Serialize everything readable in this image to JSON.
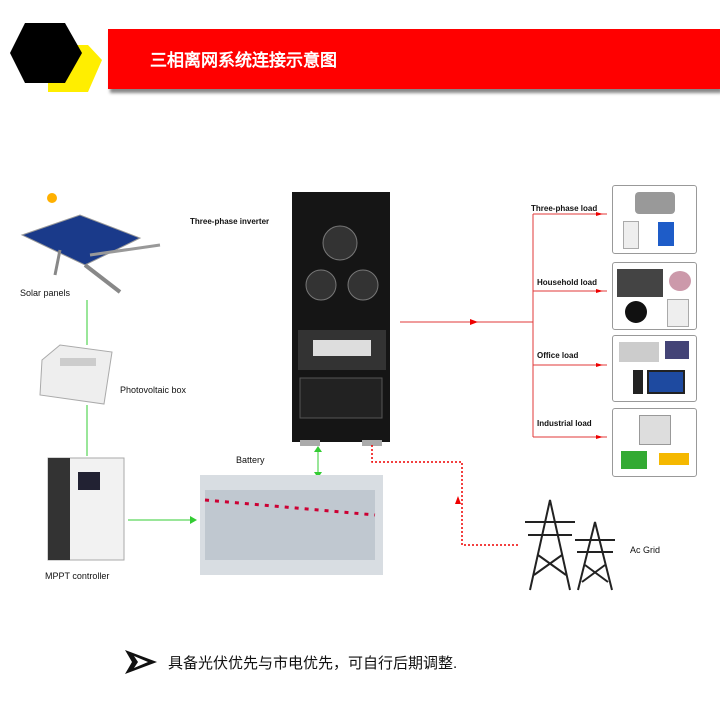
{
  "header": {
    "title": "三相离网系统连接示意图"
  },
  "labels": {
    "solar": "Solar panels",
    "pvbox": "Photovoltaic box",
    "mppt": "MPPT controller",
    "battery": "Battery",
    "inverter": "Three-phase inverter",
    "grid": "Ac Grid"
  },
  "loads": [
    {
      "label": "Three-phase load"
    },
    {
      "label": "Household load"
    },
    {
      "label": "Office load"
    },
    {
      "label": "Industrial load"
    }
  ],
  "footer": {
    "text": "具备光伏优先与市电优先，可自行后期调整."
  },
  "colors": {
    "accent": "#ff0000",
    "green": "#33cc33",
    "yellow": "#ffee00"
  }
}
